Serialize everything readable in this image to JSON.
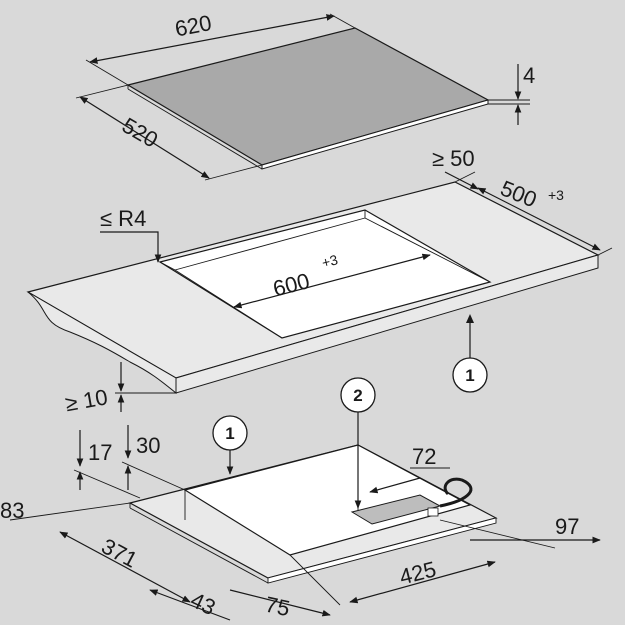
{
  "colors": {
    "background": "#d9d9d9",
    "glass": "#a9a9a9",
    "counter": "#e9e9e9",
    "cutout": "#ffffff",
    "line": "#1a1a1a"
  },
  "glass_panel": {
    "width": "620",
    "depth": "520",
    "thickness": "4"
  },
  "countertop": {
    "corner_radius": "≤ R4",
    "cutout_width": "600",
    "cutout_width_tol": "+3",
    "cutout_depth": "500",
    "cutout_depth_tol": "+3",
    "rear_clearance": "≥ 50",
    "front_min_thickness": "≥ 10",
    "callout": "1"
  },
  "underside": {
    "height_1": "17",
    "height_2": "30",
    "callout_1": "1",
    "callout_2": "2",
    "dim_72": "72",
    "dim_83": "83",
    "dim_371": "371",
    "dim_43": "43",
    "dim_75": "75",
    "dim_425": "425",
    "dim_97": "97"
  }
}
